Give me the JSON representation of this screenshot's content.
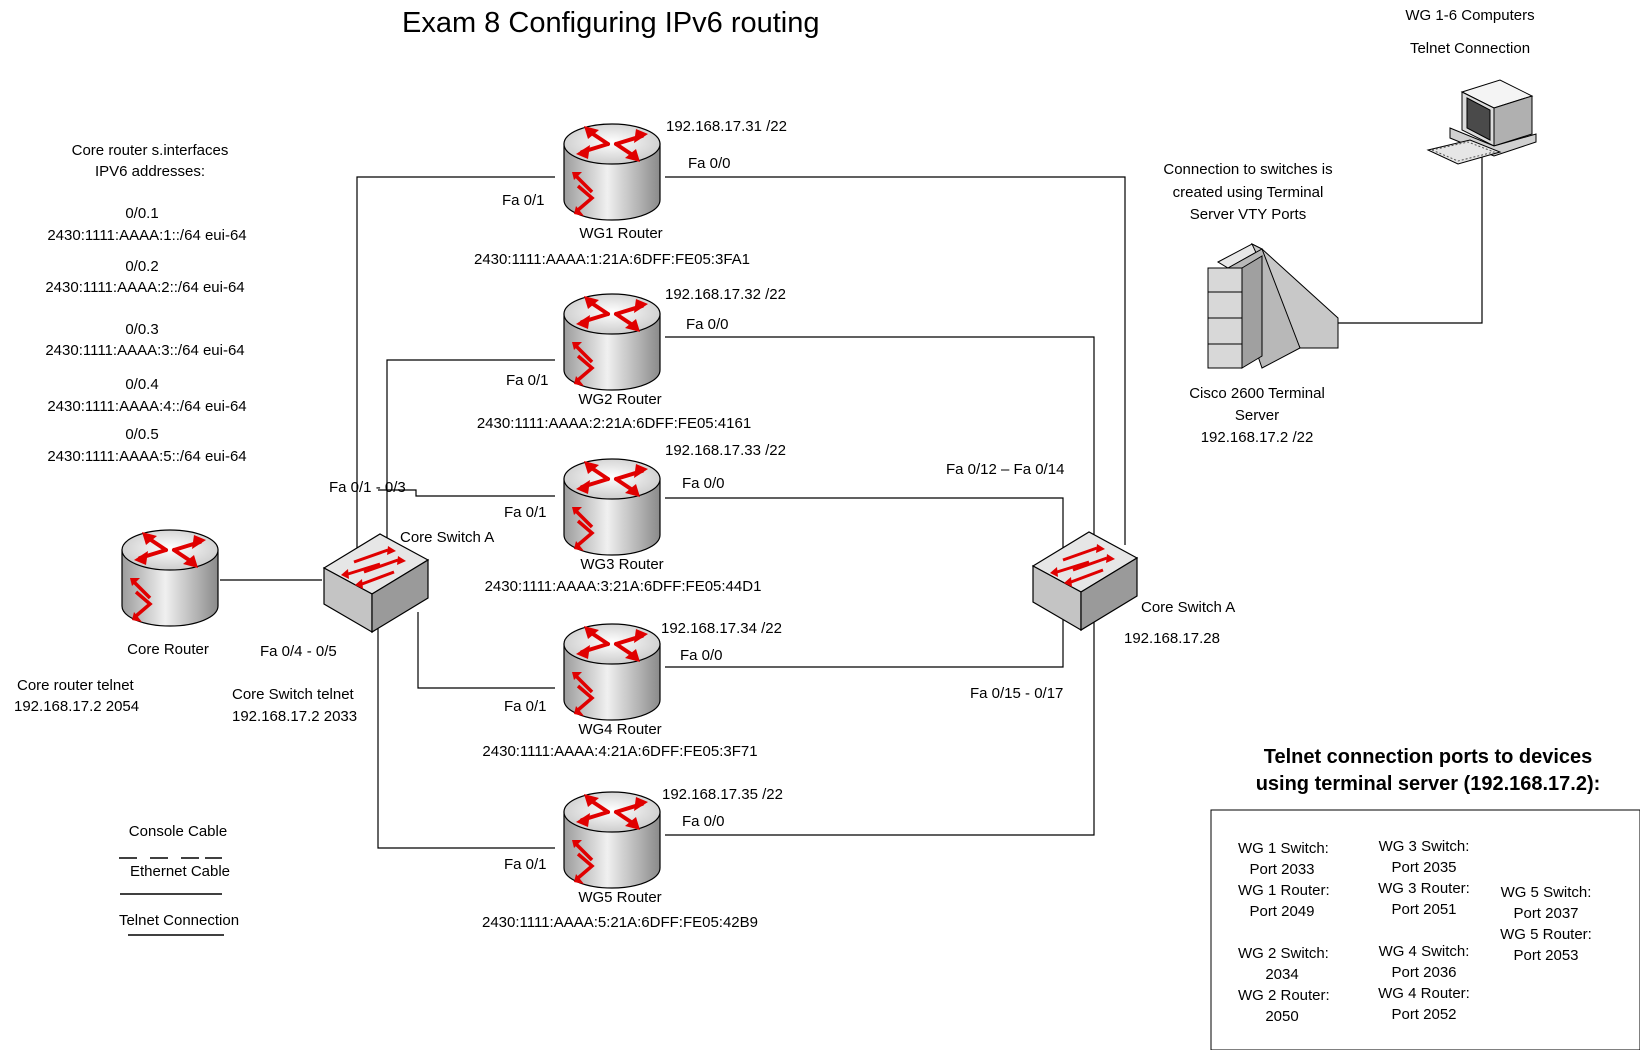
{
  "title": "Exam 8 Configuring IPv6 routing",
  "pc": {
    "label1": "WG 1-6 Computers",
    "label2": "Telnet Connection"
  },
  "terminal_server": {
    "note": [
      "Connection to switches is",
      "created using Terminal",
      "Server VTY Ports"
    ],
    "name": [
      "Cisco 2600 Terminal",
      "Server",
      "192.168.17.2 /22"
    ]
  },
  "core_addresses": {
    "heading": [
      "Core router s.interfaces",
      "IPV6 addresses:"
    ],
    "items": [
      {
        "iface": "0/0.1",
        "addr": "2430:1111:AAAA:1::/64 eui-64"
      },
      {
        "iface": "0/0.2",
        "addr": "2430:1111:AAAA:2::/64 eui-64"
      },
      {
        "iface": "0/0.3",
        "addr": "2430:1111:AAAA:3::/64 eui-64"
      },
      {
        "iface": "0/0.4",
        "addr": "2430:1111:AAAA:4::/64 eui-64"
      },
      {
        "iface": "0/0.5",
        "addr": "2430:1111:AAAA:5::/64 eui-64"
      }
    ]
  },
  "routers": [
    {
      "ip": "192.168.17.31 /22",
      "fa00": "Fa 0/0",
      "fa01": "Fa 0/1",
      "name": "WG1 Router",
      "ipv6": "2430:1111:AAAA:1:21A:6DFF:FE05:3FA1"
    },
    {
      "ip": "192.168.17.32 /22",
      "fa00": "Fa 0/0",
      "fa01": "Fa 0/1",
      "name": "WG2 Router",
      "ipv6": "2430:1111:AAAA:2:21A:6DFF:FE05:4161"
    },
    {
      "ip": "192.168.17.33 /22",
      "fa00": "Fa 0/0",
      "fa01": "Fa 0/1",
      "name": "WG3 Router",
      "ipv6": "2430:1111:AAAA:3:21A:6DFF:FE05:44D1"
    },
    {
      "ip": "192.168.17.34 /22",
      "fa00": "Fa 0/0",
      "fa01": "Fa 0/1",
      "name": "WG4 Router",
      "ipv6": "2430:1111:AAAA:4:21A:6DFF:FE05:3F71"
    },
    {
      "ip": "192.168.17.35 /22",
      "fa00": "Fa 0/0",
      "fa01": "Fa 0/1",
      "name": "WG5 Router",
      "ipv6": "2430:1111:AAAA:5:21A:6DFF:FE05:42B9"
    }
  ],
  "core_router": {
    "name": "Core Router",
    "telnet_label": "Core router telnet",
    "telnet_value": "192.168.17.2 2054"
  },
  "core_switch_left": {
    "name": "Core Switch A",
    "ports_top": "Fa 0/1 - 0/3",
    "ports_bottom": "Fa 0/4 - 0/5",
    "telnet_label": "Core Switch telnet",
    "telnet_value": "192.168.17.2 2033"
  },
  "core_switch_right": {
    "name": "Core Switch A",
    "ip": "192.168.17.28",
    "ports_top": "Fa 0/12 – Fa 0/14",
    "ports_bottom": "Fa 0/15 - 0/17"
  },
  "legend": {
    "console": "Console Cable",
    "ethernet": "Ethernet Cable",
    "telnet": "Telnet Connection"
  },
  "ports_panel": {
    "heading": [
      "Telnet connection ports to devices",
      "using terminal server (192.168.17.2):"
    ],
    "col1": [
      "WG 1 Switch:",
      "Port  2033",
      "WG 1 Router:",
      "Port 2049",
      "",
      "WG 2 Switch:",
      "2034",
      "WG 2 Router:",
      "2050"
    ],
    "col2": [
      "WG 3 Switch:",
      "Port 2035",
      "WG 3 Router:",
      "Port 2051",
      "",
      "WG 4 Switch:",
      "Port  2036",
      "WG 4 Router:",
      "Port 2052"
    ],
    "col3": [
      "",
      "",
      "WG 5 Switch:",
      "Port 2037",
      "WG 5 Router:",
      "Port 2053"
    ]
  },
  "colors": {
    "router_arrow": "#e00000",
    "device_gray": "#d8d8d8",
    "line": "#000000"
  }
}
